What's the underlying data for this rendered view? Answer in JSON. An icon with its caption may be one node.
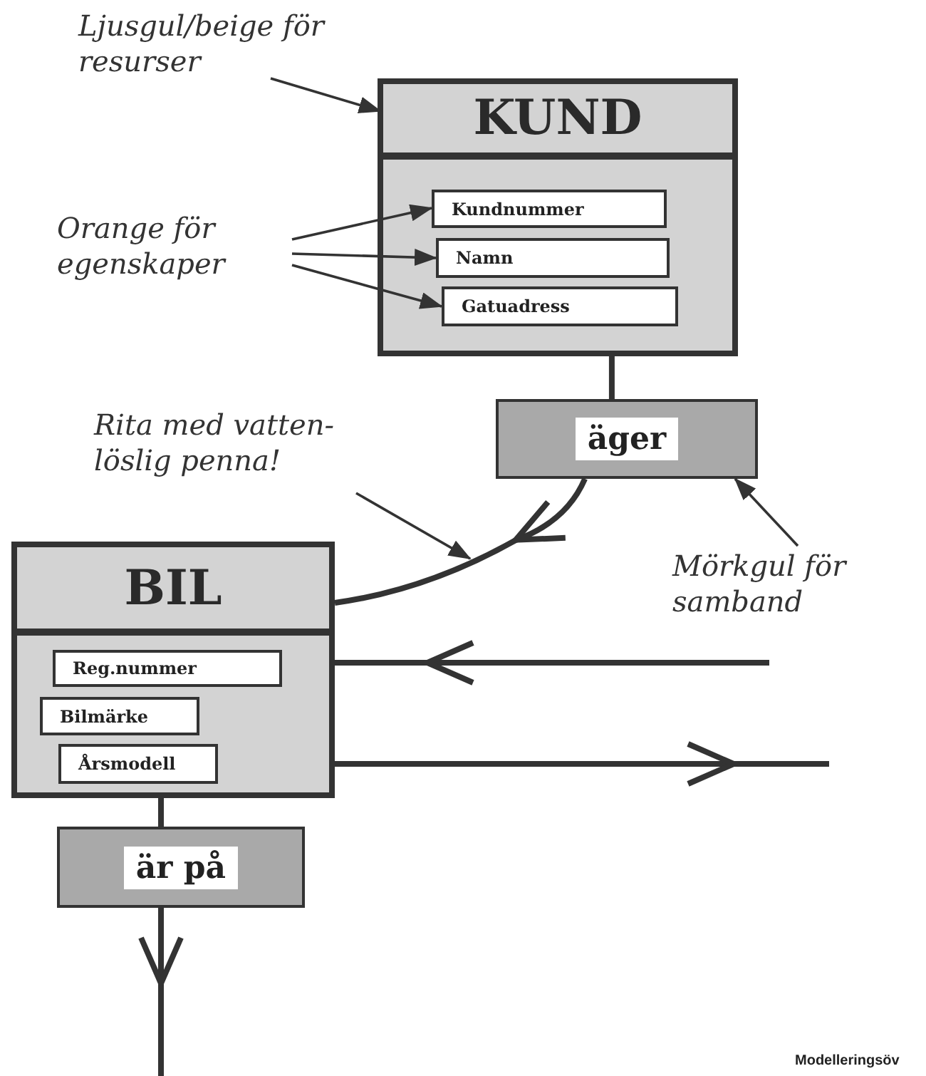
{
  "diagram": {
    "nodes": [
      {
        "text": [
          "KUND"
        ]
      },
      {
        "text": [
          "Kundnummer"
        ],
        "in": 0
      },
      {
        "text": [
          "Namn"
        ],
        "in": 0
      },
      {
        "text": [
          "Gatuadress"
        ],
        "in": 0
      },
      {
        "text": [
          "äger"
        ]
      },
      {
        "text": [
          "BIL"
        ]
      },
      {
        "text": [
          "Reg.nummer"
        ],
        "in": 5
      },
      {
        "text": [
          "Bilmärke"
        ],
        "in": 5
      },
      {
        "text": [
          "Årsmodell"
        ],
        "in": 5
      },
      {
        "text": [
          "är på"
        ]
      },
      {
        "text": [
          "Ljusgul/beige för resurser"
        ]
      },
      {
        "text": [
          "Orange för egenskaper"
        ]
      },
      {
        "text": [
          "Rita med vatten- löslig penna!"
        ]
      },
      {
        "text": [
          "Mörkgul för samband"
        ]
      }
    ],
    "edges": [
      {
        "from": 0,
        "to": 4,
        "arrow": "none",
        "style": "thick"
      },
      {
        "from": 4,
        "to": 5,
        "arrow": "to",
        "style": "thick"
      },
      {
        "from": null,
        "to": 5,
        "arrow": "to",
        "style": "thick"
      },
      {
        "from": 5,
        "to": null,
        "arrow": "to",
        "style": "thick"
      },
      {
        "from": 5,
        "to": 9,
        "arrow": "none",
        "style": "thick"
      },
      {
        "from": 9,
        "to": null,
        "arrow": "to",
        "style": "thick"
      },
      {
        "from": 10,
        "to": 0,
        "arrow": "to"
      },
      {
        "from": 11,
        "to": 1,
        "arrow": "to"
      },
      {
        "from": 11,
        "to": 2,
        "arrow": "to"
      },
      {
        "from": 11,
        "to": 3,
        "arrow": "to"
      },
      {
        "from": 12,
        "to": null,
        "arrow": "to"
      },
      {
        "from": 13,
        "to": 4,
        "arrow": "to"
      }
    ],
    "labels": [
      "Modelleringsöv"
    ]
  }
}
